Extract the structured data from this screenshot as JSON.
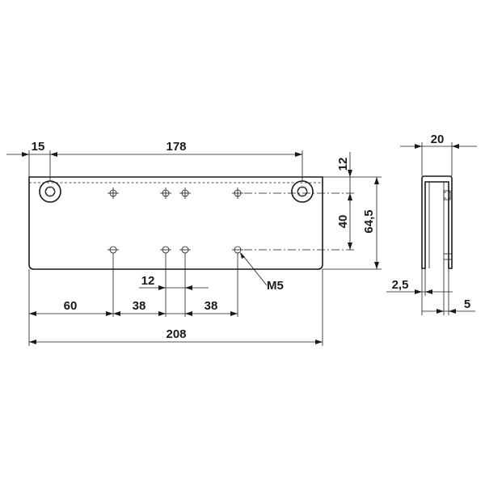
{
  "front_view": {
    "dim_hole_offset": "15",
    "dim_hole_spacing": "178",
    "dim_top_offset": "12",
    "dim_hole_rows": "40",
    "dim_height": "64,5",
    "dim_center_spacing": "12",
    "dim_first_hole": "60",
    "dim_left_group": "38",
    "dim_right_group": "38",
    "dim_total_length": "208",
    "thread_label": "M5"
  },
  "side_view": {
    "dim_width": "20",
    "dim_wall": "2,5",
    "dim_slot": "5"
  }
}
